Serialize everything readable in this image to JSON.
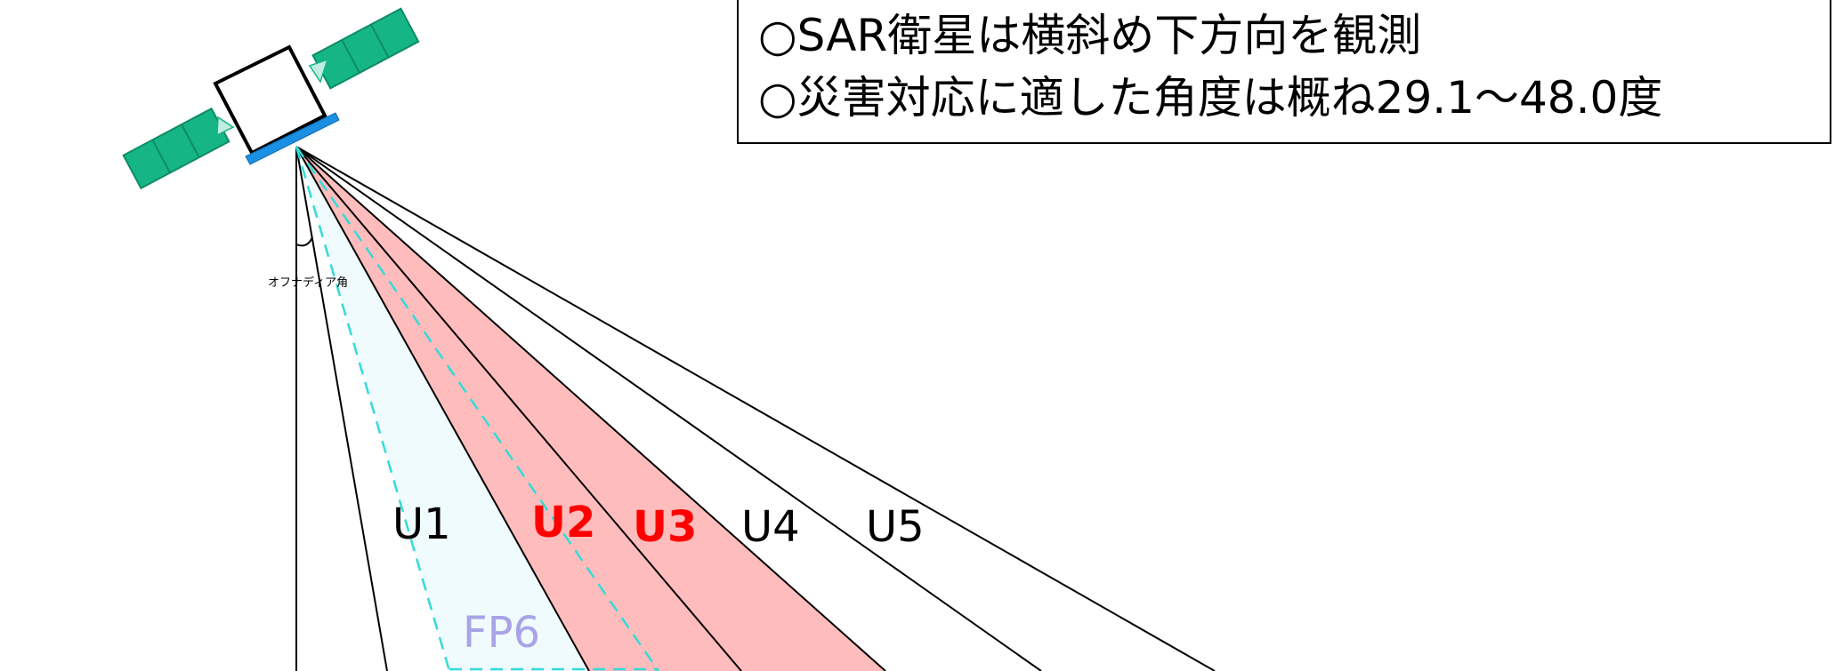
{
  "notes": {
    "line1": "○SAR衛星は横斜め下方向を観測",
    "line2": "○災害対応に適した角度は概ね29.1～48.0度"
  },
  "angle_label": "オフナディア角",
  "beams": [
    {
      "label": "U1",
      "bold": false,
      "color": "#000000"
    },
    {
      "label": "U2",
      "bold": true,
      "color": "#ff0000"
    },
    {
      "label": "U3",
      "bold": true,
      "color": "#ff0000"
    },
    {
      "label": "U4",
      "bold": false,
      "color": "#000000"
    },
    {
      "label": "U5",
      "bold": false,
      "color": "#000000"
    }
  ],
  "footprint_label": "FP6",
  "colors": {
    "highlight_fill": "#ffbcbc",
    "footprint_fill": "#f0fbfd",
    "footprint_dash": "#33dbd9",
    "fp_text": "#a9a3e8",
    "panel_green": "#15b586",
    "antenna_blue": "#1a8fe3"
  }
}
